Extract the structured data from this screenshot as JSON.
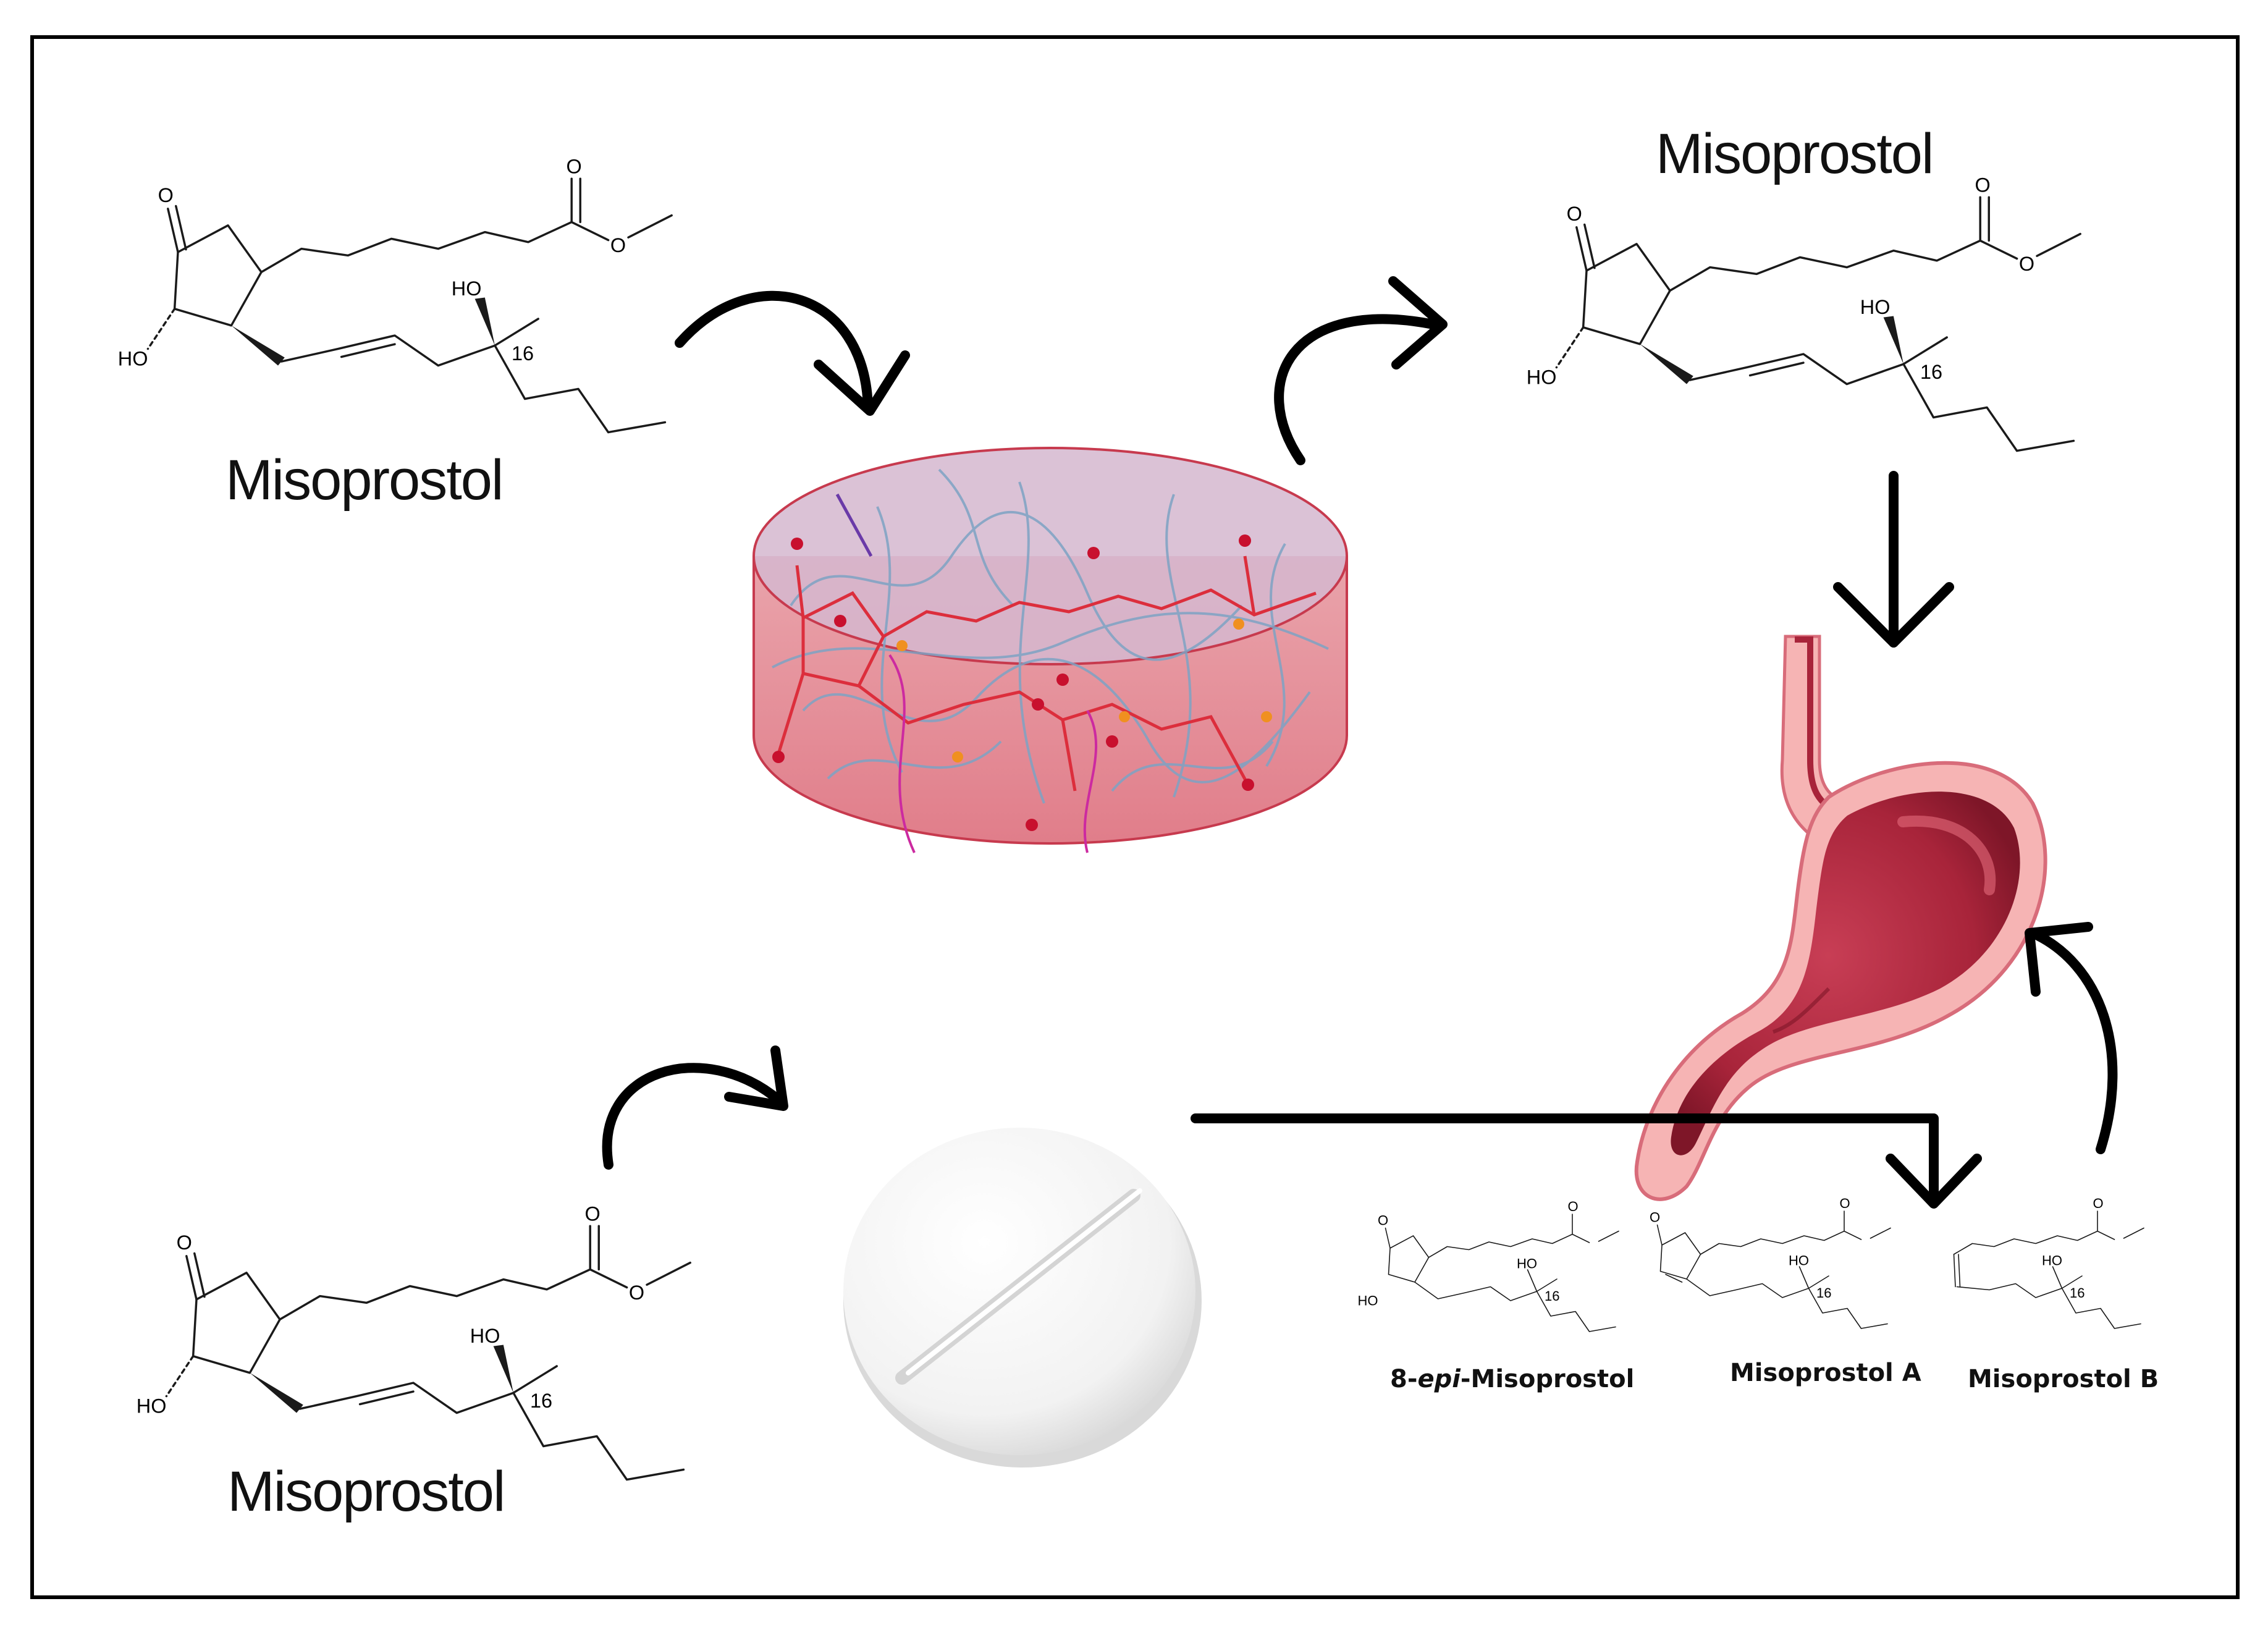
{
  "labels": {
    "top_left": "Misoprostol",
    "top_right": "Misoprostol",
    "bottom_left": "Misoprostol",
    "degradant_1_prefix": "8-",
    "degradant_1_italic": "epi",
    "degradant_1_suffix": "-Misoprostol",
    "degradant_2": "Misoprostol A",
    "degradant_3": "Misoprostol B"
  },
  "atoms": {
    "oxygen": "O",
    "hydroxyl_left": "HO",
    "hydroxyl_top": "HO",
    "position": "16"
  },
  "icons": [
    "hydrogel-disc-icon",
    "white-tablet-icon",
    "stomach-icon",
    "curved-arrow-icon",
    "straight-arrow-icon"
  ],
  "colors": {
    "frame": "#000000",
    "gel_fill": "#e07c85",
    "gel_rim": "#c73a4e",
    "stomach_dark": "#a8243a",
    "stomach_light": "#f6b4b4",
    "tablet": "#f4f4f4"
  }
}
